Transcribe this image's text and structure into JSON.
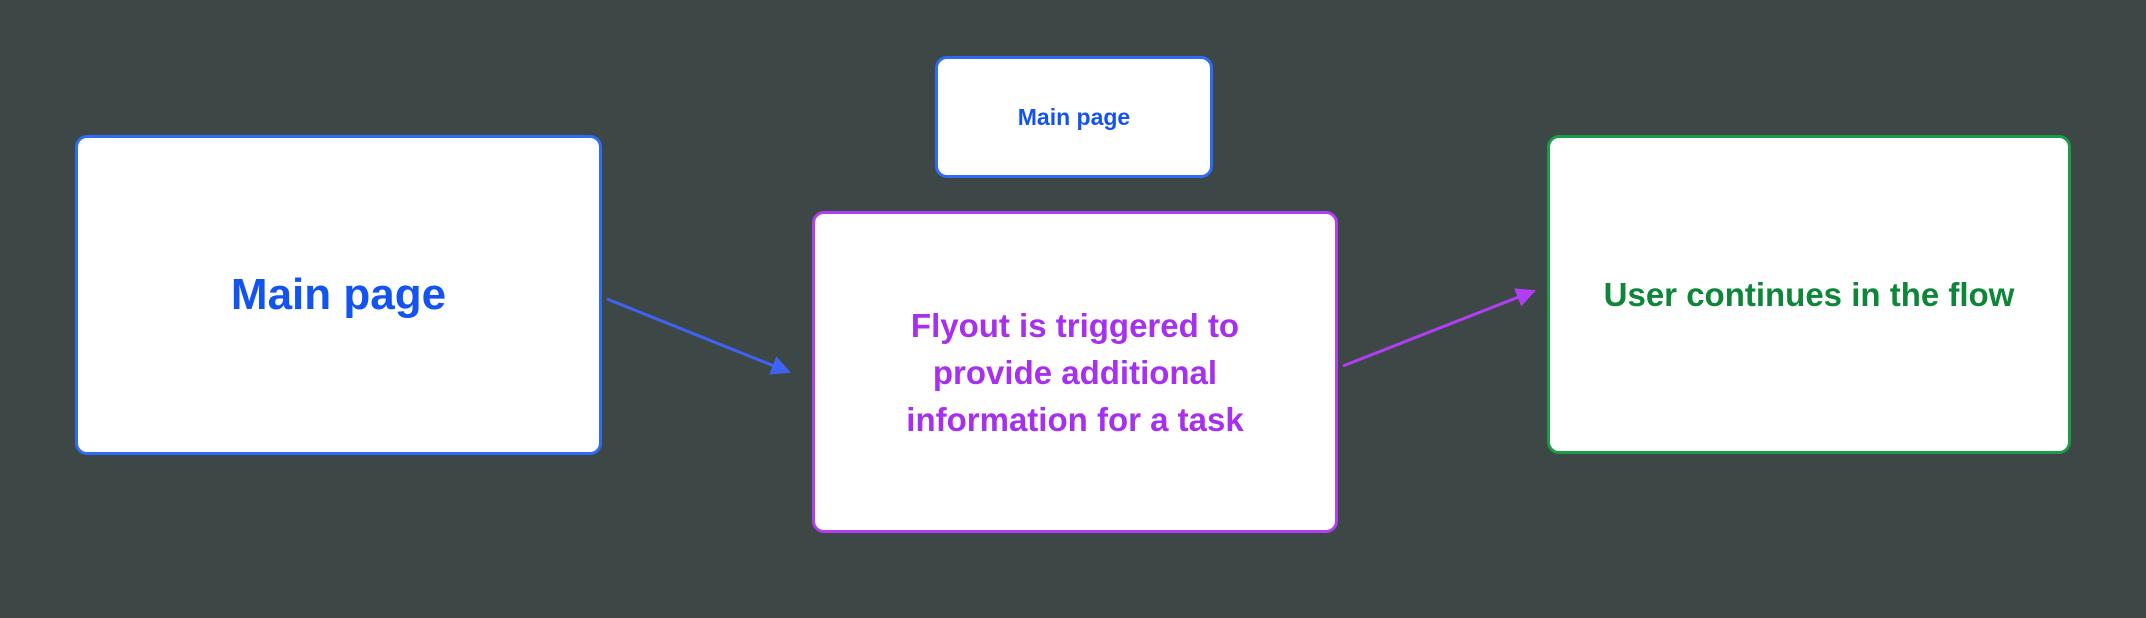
{
  "diagram": {
    "background_color": "#3d4846",
    "nodes": {
      "main_page": {
        "label": "Main page",
        "text_color": "#1353f0",
        "border_color": "#2e6bf6",
        "fill": "#ffffff"
      },
      "main_page_small": {
        "label": "Main page",
        "text_color": "#1353f0",
        "border_color": "#2e6bf6",
        "fill": "#ffffff"
      },
      "flyout": {
        "lines": [
          "Flyout is triggered to",
          "provide additional",
          "information for a task"
        ],
        "text_color": "#a62ff0",
        "border_color": "#b13df4",
        "fill": "#ffffff"
      },
      "user_continues": {
        "label": "User continues in the flow",
        "text_color": "#0e8639",
        "border_color": "#1c9b4b",
        "fill": "#ffffff"
      }
    },
    "arrows": {
      "main_to_flyout": {
        "color": "#3e63f3"
      },
      "flyout_to_continue": {
        "color": "#b13df4"
      }
    }
  }
}
